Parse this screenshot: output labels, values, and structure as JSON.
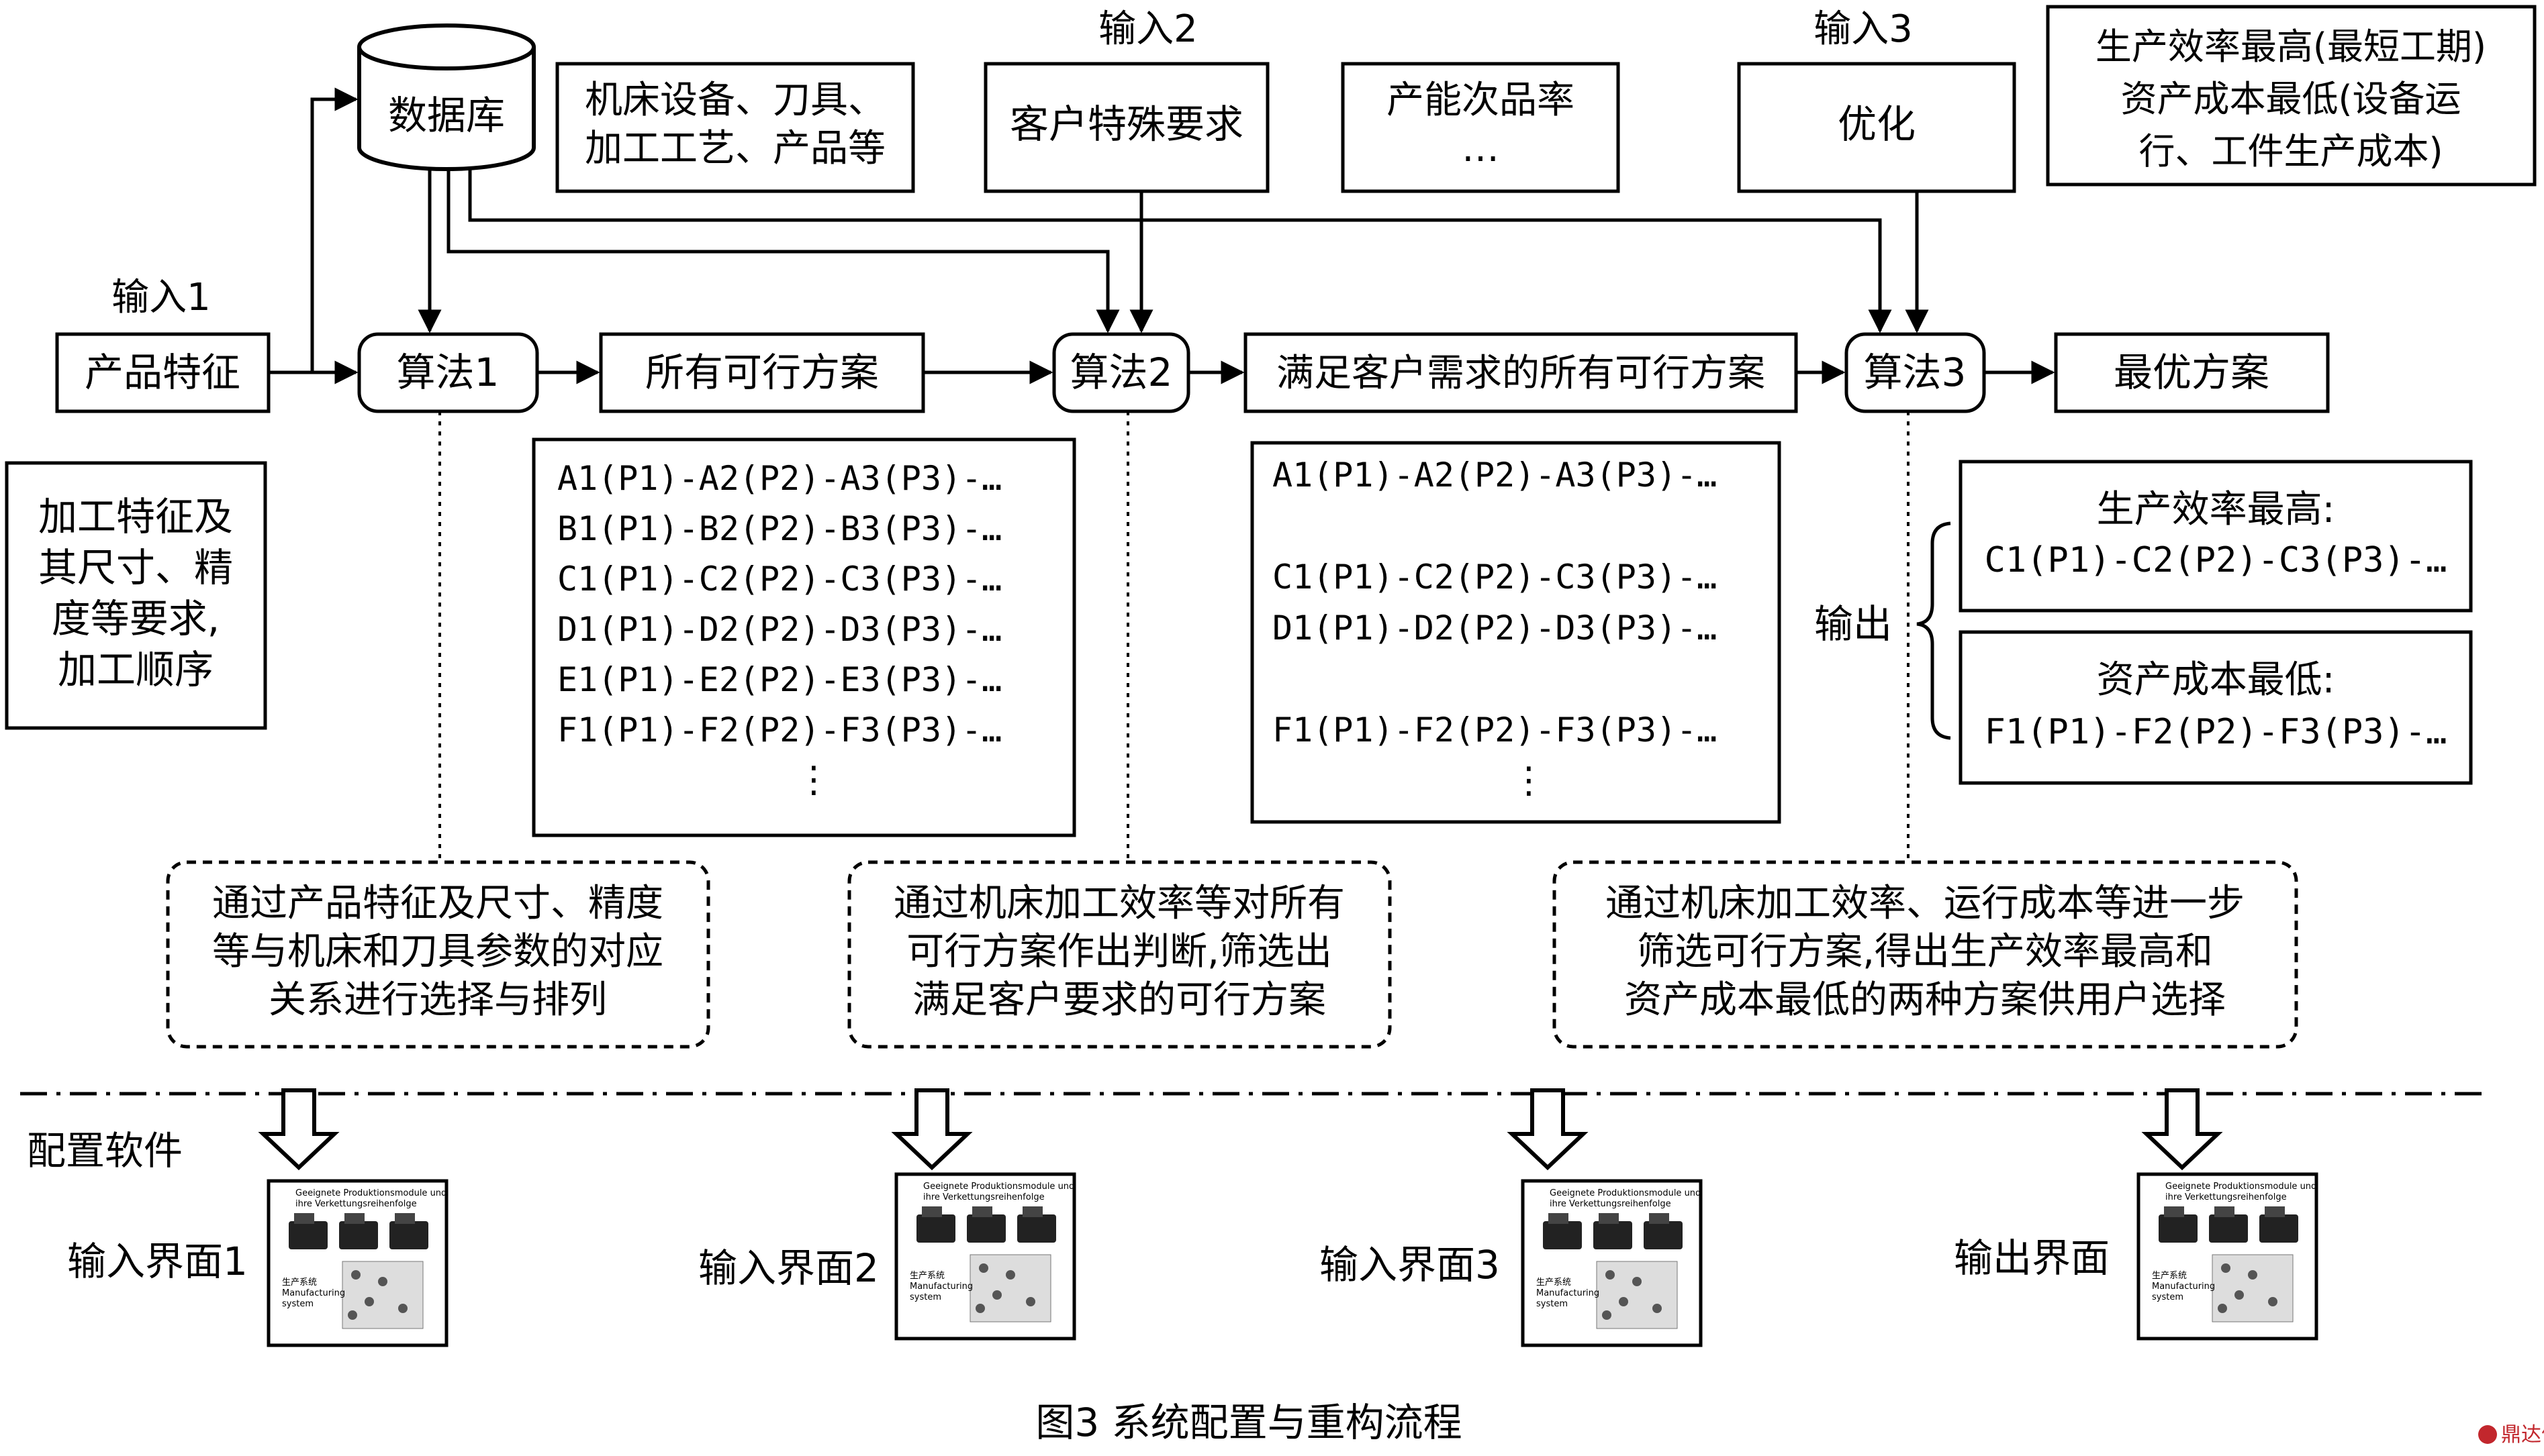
{
  "inputs": {
    "input1": "输入1",
    "input2": "输入2",
    "input3": "输入3"
  },
  "database": "数据库",
  "resources": "机床设备、刀具、|加工工艺、产品等",
  "customer_req": "客户特殊要求",
  "capacity": "产能次品率|…",
  "optimize": "优化",
  "objective": "生产效率最高(最短工期)|资产成本最低(设备运|行、工件生产成本)",
  "product_feature": "产品特征",
  "algo1": "算法1",
  "all_feasible": "所有可行方案",
  "algo2": "算法2",
  "meet_customer": "满足客户需求的所有可行方案",
  "algo3": "算法3",
  "optimal": "最优方案",
  "process_req": "加工特征及|其尺寸、精|度等要求,|加工顺序",
  "list1": [
    "A1(P1)-A2(P2)-A3(P3)-…",
    "B1(P1)-B2(P2)-B3(P3)-…",
    "C1(P1)-C2(P2)-C3(P3)-…",
    "D1(P1)-D2(P2)-D3(P3)-…",
    "E1(P1)-E2(P2)-E3(P3)-…",
    "F1(P1)-F2(P2)-F3(P3)-…",
    "⋮"
  ],
  "list2": [
    "A1(P1)-A2(P2)-A3(P3)-…",
    "",
    "C1(P1)-C2(P2)-C3(P3)-…",
    "D1(P1)-D2(P2)-D3(P3)-…",
    "",
    "F1(P1)-F2(P2)-F3(P3)-…",
    "⋮"
  ],
  "output_label": "输出",
  "out_eff_title": "生产效率最高:",
  "out_eff_value": "C1(P1)-C2(P2)-C3(P3)-…",
  "out_cost_title": "资产成本最低:",
  "out_cost_value": "F1(P1)-F2(P2)-F3(P3)-…",
  "note1": "通过产品特征及尺寸、精度|等与机床和刀具参数的对应|关系进行选择与排列",
  "note2": "通过机床加工效率等对所有|可行方案作出判断,筛选出|满足客户要求的可行方案",
  "note3": "通过机床加工效率、运行成本等进一步|筛选可行方案,得出生产效率最高和|资产成本最低的两种方案供用户选择",
  "software_label": "配置软件",
  "screens": [
    {
      "label": "输入界面1"
    },
    {
      "label": "输入界面2"
    },
    {
      "label": "输入界面3"
    },
    {
      "label": "输出界面"
    }
  ],
  "thumb_title": "Geeignete Produktionsmodule und|ihre Verkettungsreihenfolge",
  "thumb_sub": "生产系统|Manufacturing|system",
  "caption": "图3    系统配置与重构流程",
  "watermark": "鼎达信"
}
